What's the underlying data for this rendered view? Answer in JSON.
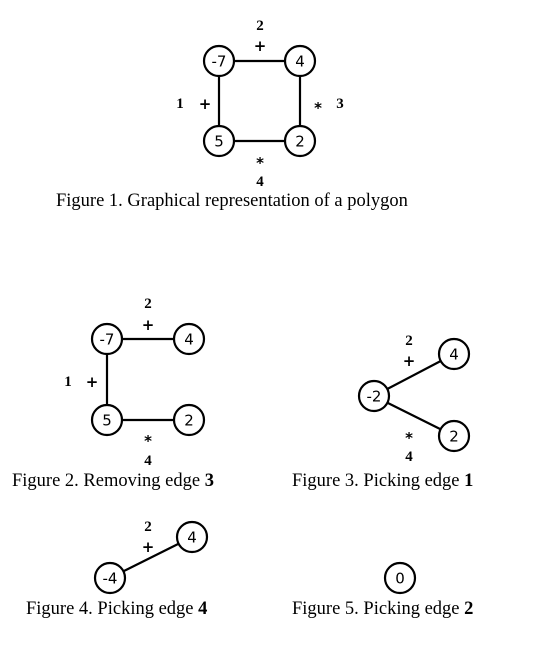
{
  "figures": [
    {
      "caption": "Figure 1. Graphical representation of a polygon",
      "caption_edge": "",
      "vertices": [
        {
          "id": "a",
          "label": "-7"
        },
        {
          "id": "b",
          "label": "4"
        },
        {
          "id": "c",
          "label": "2"
        },
        {
          "id": "d",
          "label": "5"
        }
      ],
      "edges": [
        {
          "from": "a",
          "to": "b",
          "number": "2",
          "op": "+"
        },
        {
          "from": "b",
          "to": "c",
          "number": "3",
          "op": "*"
        },
        {
          "from": "c",
          "to": "d",
          "number": "4",
          "op": "*"
        },
        {
          "from": "d",
          "to": "a",
          "number": "1",
          "op": "+"
        }
      ]
    },
    {
      "caption": "Figure 2. Removing edge ",
      "caption_edge": "3",
      "vertices": [
        {
          "id": "a",
          "label": "-7"
        },
        {
          "id": "b",
          "label": "4"
        },
        {
          "id": "c",
          "label": "2"
        },
        {
          "id": "d",
          "label": "5"
        }
      ],
      "edges": [
        {
          "from": "a",
          "to": "b",
          "number": "2",
          "op": "+"
        },
        {
          "from": "c",
          "to": "d",
          "number": "4",
          "op": "*"
        },
        {
          "from": "d",
          "to": "a",
          "number": "1",
          "op": "+"
        }
      ]
    },
    {
      "caption": "Figure 3. Picking edge ",
      "caption_edge": "1",
      "vertices": [
        {
          "id": "a",
          "label": "-2"
        },
        {
          "id": "b",
          "label": "4"
        },
        {
          "id": "c",
          "label": "2"
        }
      ],
      "edges": [
        {
          "from": "a",
          "to": "b",
          "number": "2",
          "op": "+"
        },
        {
          "from": "a",
          "to": "c",
          "number": "4",
          "op": "*"
        }
      ]
    },
    {
      "caption": "Figure 4. Picking edge ",
      "caption_edge": "4",
      "vertices": [
        {
          "id": "a",
          "label": "-4"
        },
        {
          "id": "b",
          "label": "4"
        }
      ],
      "edges": [
        {
          "from": "a",
          "to": "b",
          "number": "2",
          "op": "+"
        }
      ]
    },
    {
      "caption": "Figure 5. Picking edge ",
      "caption_edge": "2",
      "vertices": [
        {
          "id": "a",
          "label": "0"
        }
      ],
      "edges": []
    }
  ]
}
